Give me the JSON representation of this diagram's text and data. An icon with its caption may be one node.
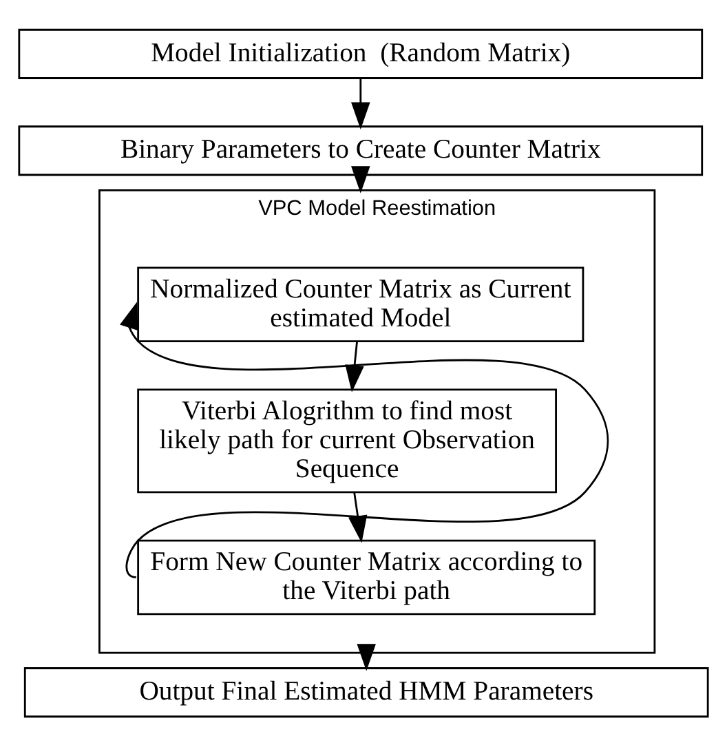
{
  "diagram": {
    "nodes": [
      {
        "text": [
          "Model Initialization  (Random Matrix)"
        ]
      },
      {
        "text": [
          "Binary Parameters to Create Counter Matrix"
        ]
      },
      {
        "text": [
          "VPC Model Reestimation"
        ]
      },
      {
        "text": [
          "Normalized Counter Matrix as Current estimated Model"
        ],
        "in": 2
      },
      {
        "text": [
          "Viterbi Alogrithm to find most likely path for current Observation Sequence"
        ],
        "in": 2
      },
      {
        "text": [
          "Form New Counter Matrix according to the Viterbi path"
        ],
        "in": 2
      },
      {
        "text": [
          "Output Final Estimated HMM Parameters"
        ]
      }
    ],
    "edges": [
      {
        "from": 0,
        "to": 1,
        "arrow": "to"
      },
      {
        "from": 1,
        "to": 2,
        "arrow": "to"
      },
      {
        "from": 3,
        "to": 4,
        "arrow": "to"
      },
      {
        "from": 4,
        "to": 5,
        "arrow": "to"
      },
      {
        "from": 5,
        "to": 3,
        "arrow": "to"
      },
      {
        "from": 2,
        "to": 6,
        "arrow": "to"
      }
    ]
  }
}
